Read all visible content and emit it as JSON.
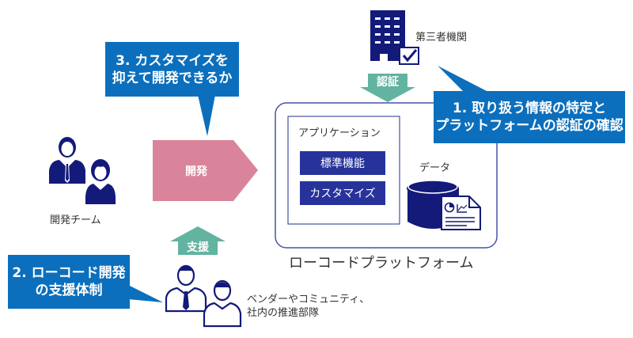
{
  "colors": {
    "callout_blue": "#0b6fbd",
    "navy": "#131a7a",
    "button_navy": "#27339b",
    "platform_border": "#4752a8",
    "dev_arrow_pink": "#d9849a",
    "support_arrow_green": "#62b3a0"
  },
  "callouts": {
    "customization": {
      "line1": "3. カスタマイズを",
      "line2": "抑えて開発できるか"
    },
    "certification": {
      "line1": "1. 取り扱う情報の特定と",
      "line2": "プラットフォームの認証の確認"
    },
    "support": {
      "line1": "2. ローコード開発",
      "line2": "の支援体制"
    }
  },
  "actors": {
    "dev_team": {
      "label": "開発チーム",
      "icon": "team-icon"
    },
    "supporters": {
      "line1": "ベンダーやコミュニティ、",
      "line2": "社内の推進部隊",
      "icon": "people-outline-icon"
    },
    "third_party": {
      "label": "第三者機関",
      "icon": "building-check-icon"
    }
  },
  "arrows": {
    "development": "開発",
    "support": "支援",
    "certification": "認証"
  },
  "platform": {
    "label": "ローコードプラットフォーム",
    "application": {
      "title": "アプリケーション",
      "items": [
        "標準機能",
        "カスタマイズ"
      ]
    },
    "data": {
      "label": "データ",
      "icon": "database-report-icon"
    }
  }
}
